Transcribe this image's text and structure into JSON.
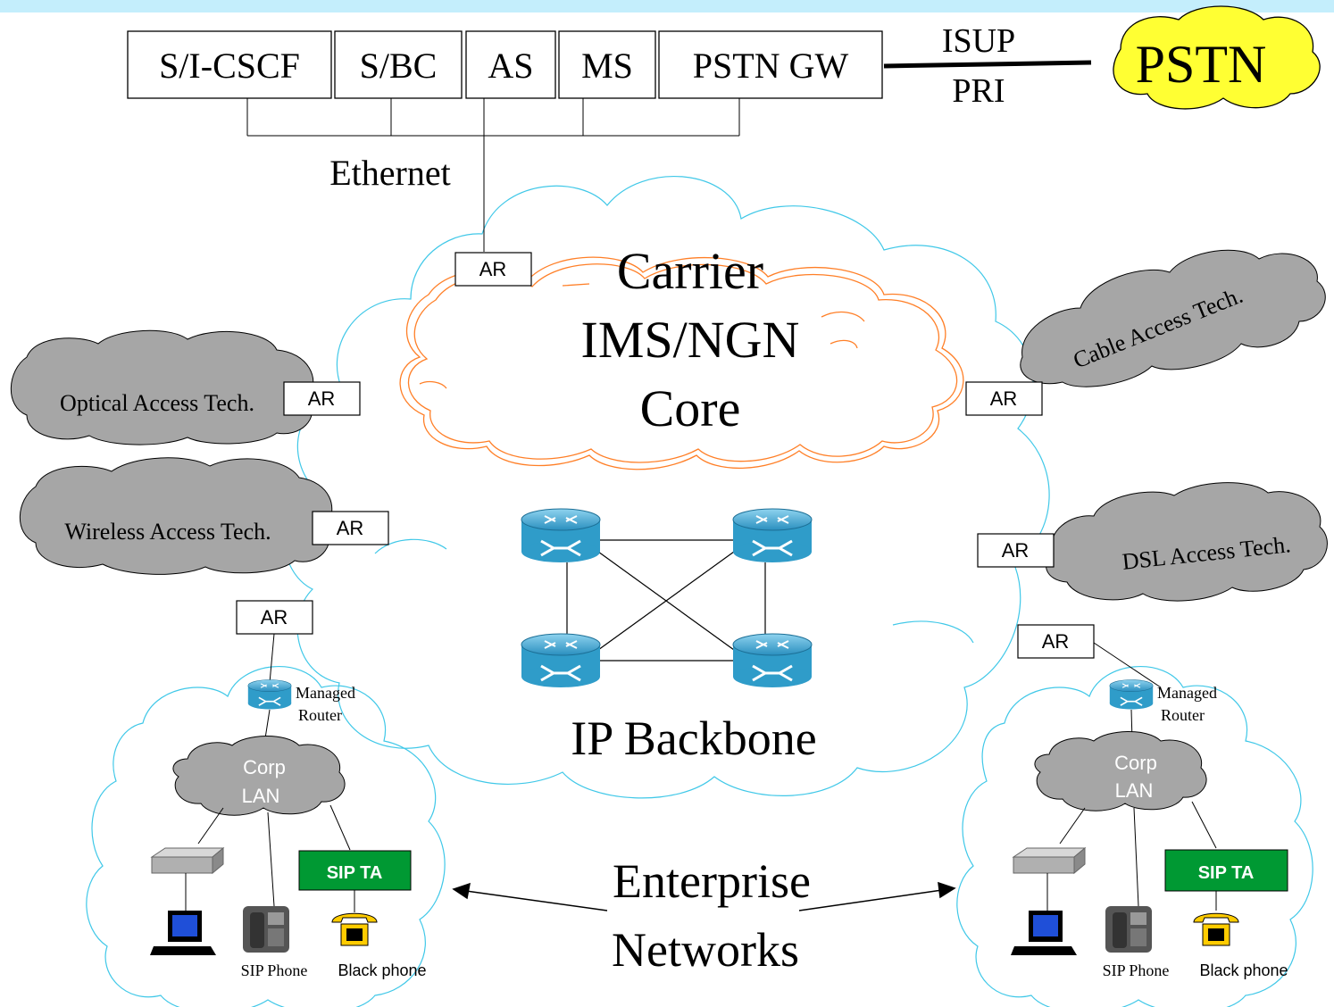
{
  "top_nodes": [
    "S/I-CSCF",
    "S/BC",
    "AS",
    "MS",
    "PSTN GW"
  ],
  "isup_label": "ISUP",
  "pri_label": "PRI",
  "pstn_label": "PSTN",
  "ethernet_label": "Ethernet",
  "core_lines": [
    "Carrier",
    "IMS/NGN",
    "Core"
  ],
  "access_router_label": "AR",
  "optical_label": "Optical Access Tech.",
  "wireless_label": "Wireless Access Tech.",
  "cable_label": "Cable Access Tech.",
  "dsl_label": "DSL Access Tech.",
  "backbone_label": "IP Backbone",
  "enterprise_lines": [
    "Enterprise",
    "Networks"
  ],
  "managed_router_lines": [
    "Managed",
    "Router"
  ],
  "corp_lan_lines": [
    "Corp",
    "LAN"
  ],
  "sip_ta_label": "SIP TA",
  "sip_phone_label": "SIP Phone",
  "black_phone_label": "Black phone",
  "colors": {
    "top_band": "#c4eefc",
    "pstn_cloud": "#ffff33",
    "access_cloud": "#a6a6a6",
    "core_cloud_outline": "#ff7f27",
    "backbone_outline": "#40c8e8",
    "sip_ta_fill": "#009933",
    "router_blue": "#2a9bc8"
  }
}
